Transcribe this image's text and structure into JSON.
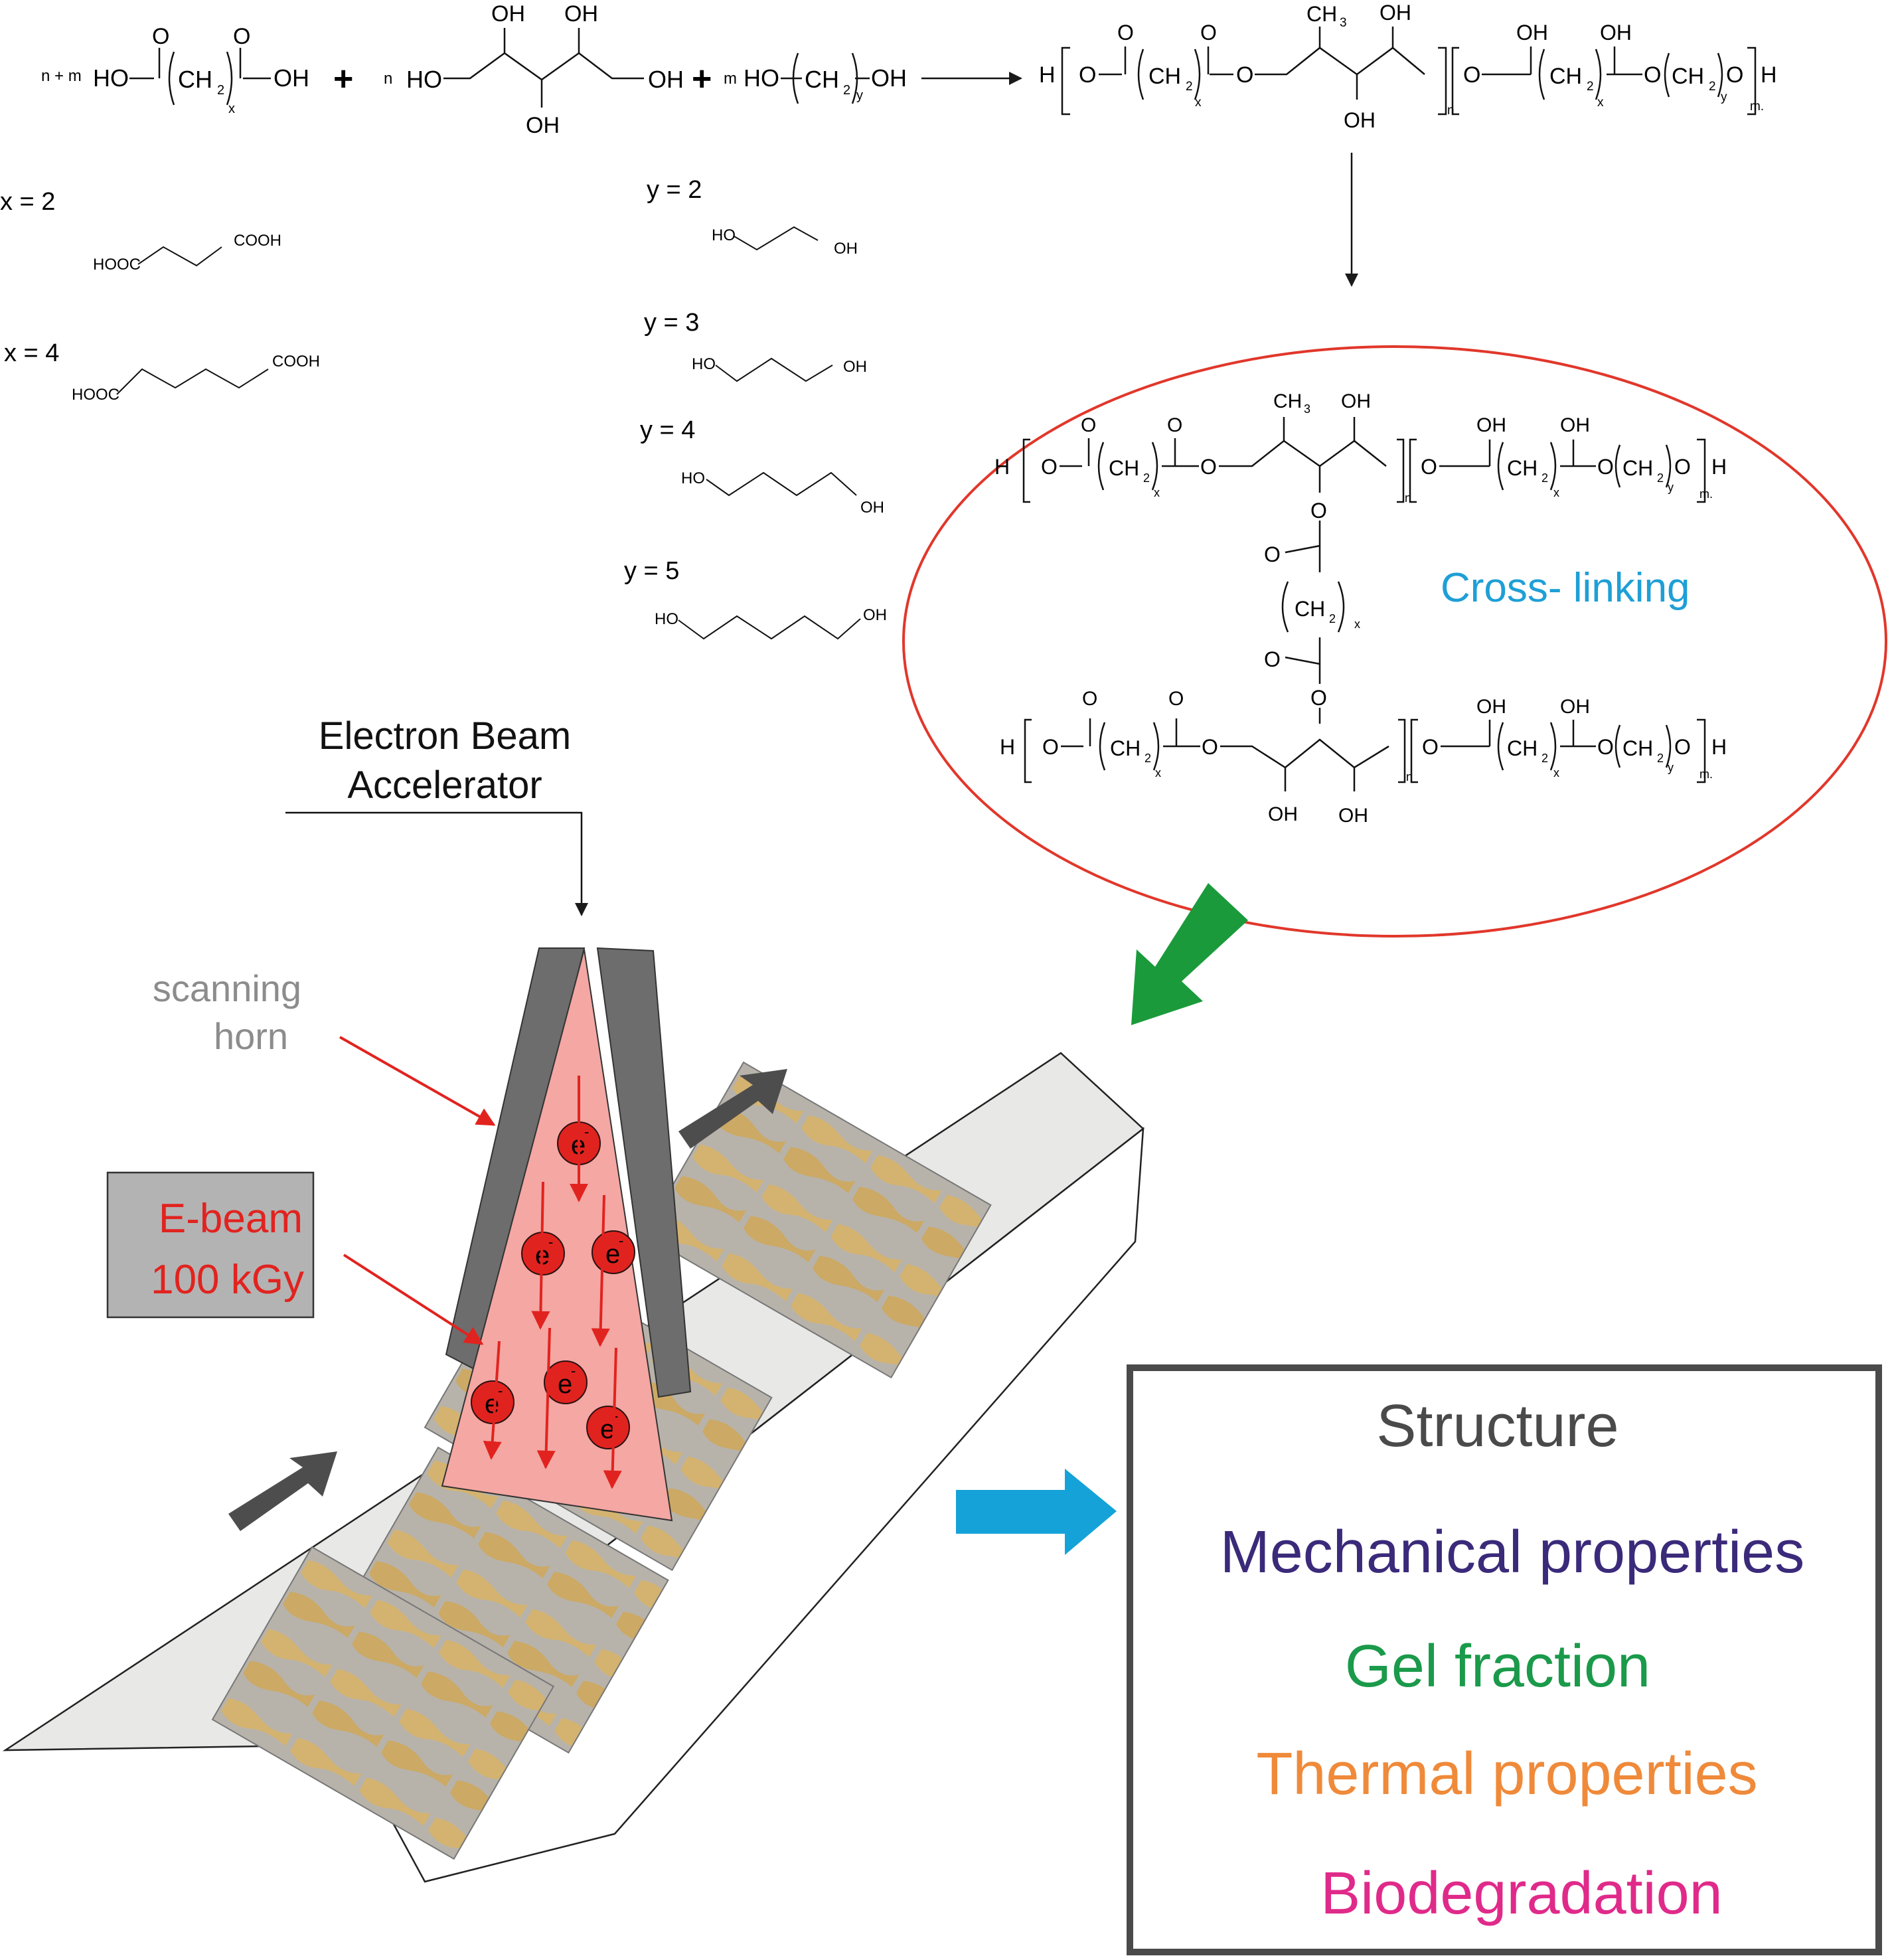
{
  "reaction": {
    "coef_acid": "n + m",
    "coef_polyol": "n",
    "coef_diol": "m",
    "acid_ho": "HO",
    "acid_oh": "OH",
    "acid_ch2": "CH",
    "acid_sub2": "2",
    "acid_subx": "x",
    "acid_o1": "O",
    "acid_o2": "O",
    "plus": "+",
    "polyol_left": "HO",
    "polyol_right": "OH",
    "polyol_oh1": "OH",
    "polyol_oh2": "OH",
    "polyol_oh3": "OH",
    "diol_ho": "HO",
    "diol_oh": "OH",
    "diol_ch2": "CH",
    "diol_sub2": "2",
    "diol_suby": "y"
  },
  "product": {
    "h_left": "H",
    "o": "O",
    "ch2": "CH",
    "sub2": "2",
    "subx": "x",
    "suby": "y",
    "subn": "n",
    "subm": "m.",
    "ch3": "CH",
    "ch3_sub": "3",
    "oh": "OH",
    "h_right": "H"
  },
  "acids": [
    {
      "label": "x = 2",
      "left_group": "HOOC",
      "right_group": "COOH"
    },
    {
      "label": "x = 4",
      "left_group": "HOOC",
      "right_group": "COOH"
    }
  ],
  "diols": [
    {
      "label": "y = 2",
      "left_group": "HO",
      "right_group": "OH"
    },
    {
      "label": "y = 3",
      "left_group": "HO",
      "right_group": "OH"
    },
    {
      "label": "y = 4",
      "left_group": "HO",
      "right_group": "OH"
    },
    {
      "label": "y = 5",
      "left_group": "HO",
      "right_group": "OH"
    }
  ],
  "crosslink": {
    "label": "Cross- linking",
    "label_color": "#1e9fd6",
    "ellipse_color": "#e1372b"
  },
  "accelerator": {
    "label_line1": "Electron Beam",
    "label_line2": "Accelerator",
    "horn_label_line1": "scanning",
    "horn_label_line2": "horn",
    "dose_line1": "E-beam",
    "dose_line2": "100 kGy",
    "electron": "e",
    "electron_charge": "-",
    "beam_color": "#f4a7a3",
    "electron_color": "#e1231f"
  },
  "results": {
    "items": [
      {
        "label": "Structure",
        "color": "#4a4a4a"
      },
      {
        "label": "Mechanical properties",
        "color": "#3b2a7a"
      },
      {
        "label": "Gel fraction",
        "color": "#1a9a4a"
      },
      {
        "label": "Thermal properties",
        "color": "#ef8a3a"
      },
      {
        "label": "Biodegradation",
        "color": "#e02a8a"
      }
    ]
  }
}
